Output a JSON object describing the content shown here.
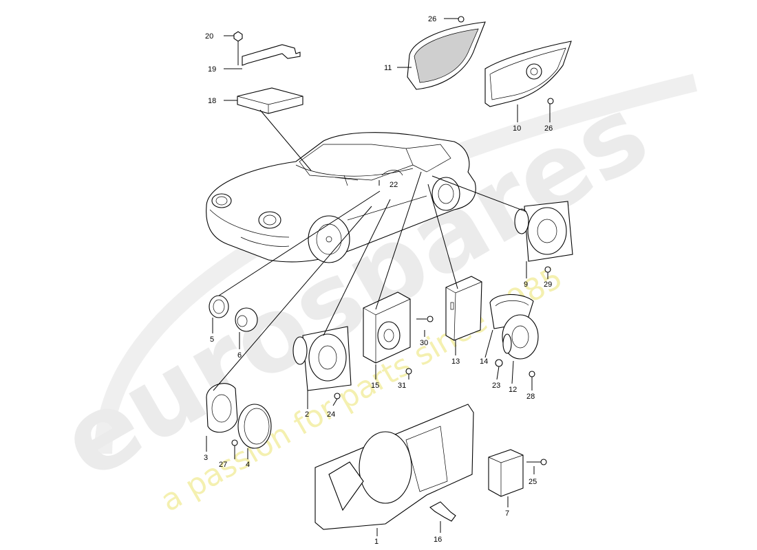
{
  "watermark": {
    "brand": "eurospares",
    "tagline": "a passion for parts since 1985"
  },
  "callouts": [
    "1",
    "2",
    "3",
    "4",
    "5",
    "6",
    "7",
    "9",
    "10",
    "11",
    "12",
    "13",
    "14",
    "15",
    "16",
    "18",
    "19",
    "20",
    "22",
    "23",
    "24",
    "25",
    "26",
    "27",
    "28",
    "29",
    "30",
    "31"
  ],
  "labels": {
    "p1": "1",
    "p2": "2",
    "p3": "3",
    "p4": "4",
    "p5": "5",
    "p6": "6",
    "p7": "7",
    "p9": "9",
    "p10": "10",
    "p11": "11",
    "p12": "12",
    "p13": "13",
    "p14": "14",
    "p15": "15",
    "p16": "16",
    "p18": "18",
    "p19": "19",
    "p20": "20",
    "p22": "22",
    "p23": "23",
    "p24": "24",
    "p25": "25",
    "p26a": "26",
    "p26b": "26",
    "p27": "27",
    "p28": "28",
    "p29": "29",
    "p30": "30",
    "p31": "31"
  }
}
